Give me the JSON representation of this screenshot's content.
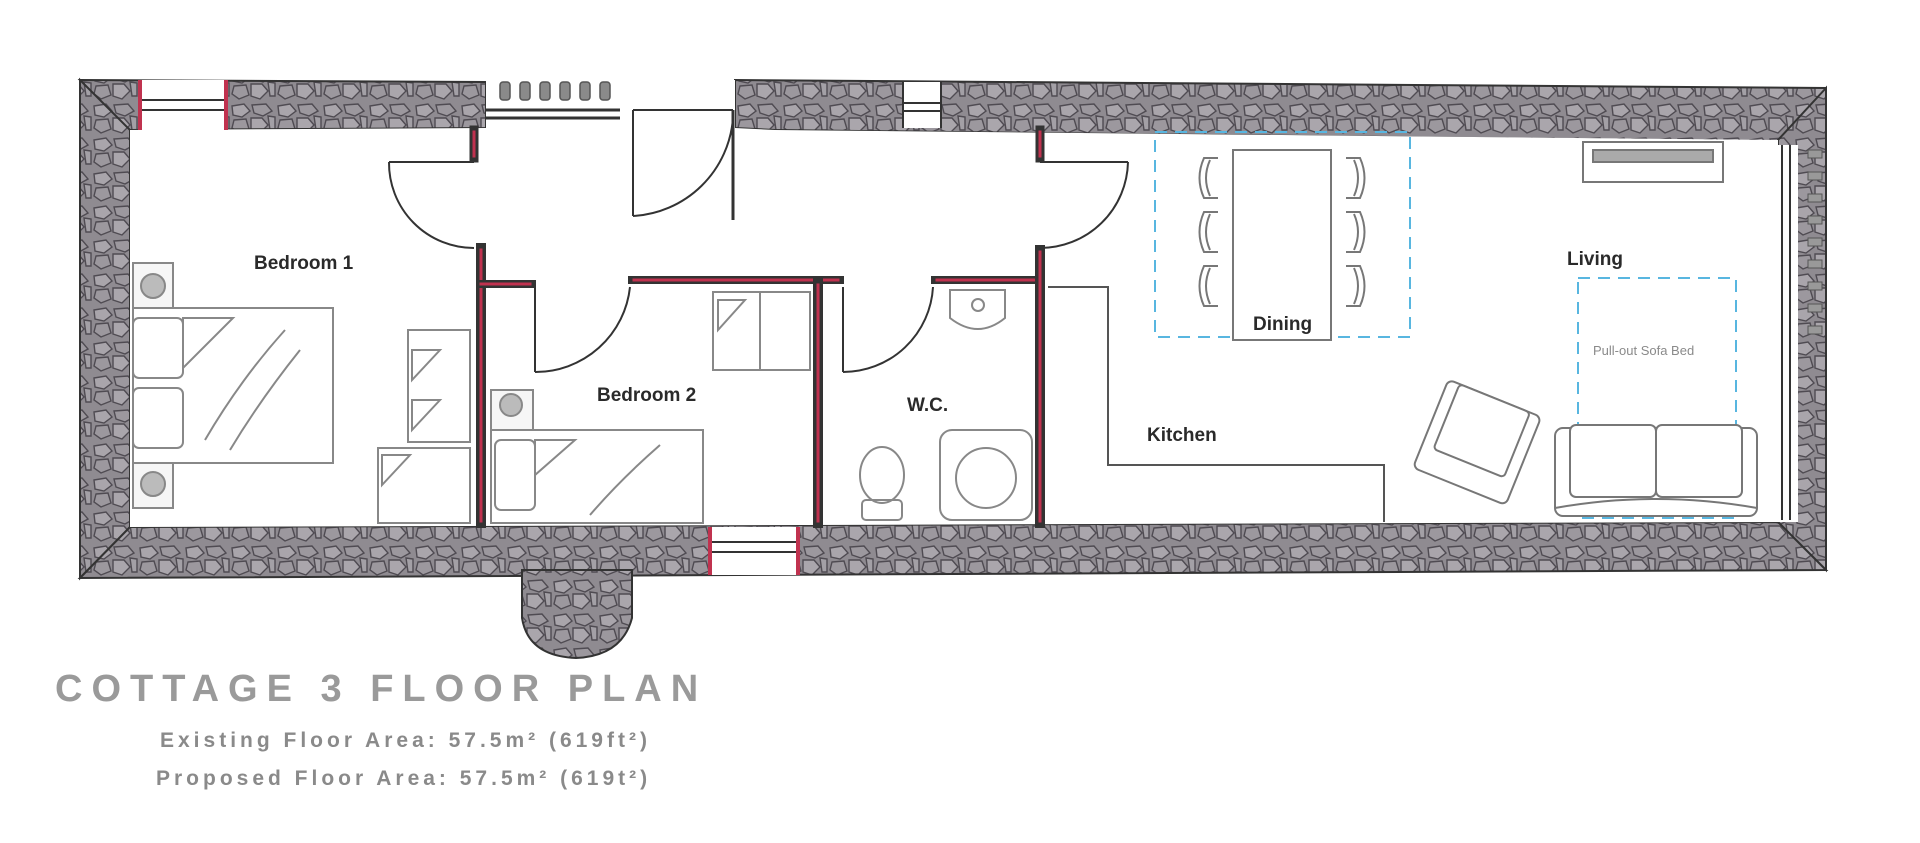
{
  "rooms": {
    "bedroom1": "Bedroom 1",
    "bedroom2": "Bedroom 2",
    "wc": "W.C.",
    "kitchen": "Kitchen",
    "dining": "Dining",
    "living": "Living",
    "sofa_bed": "Pull-out Sofa Bed"
  },
  "title": "COTTAGE 3 FLOOR PLAN",
  "existing_area": "Existing Floor Area: 57.5m² (619ft²)",
  "proposed_area": "Proposed Floor Area: 57.5m² (619t²)",
  "colors": {
    "stone_wall": "#8e8a90",
    "stone_line": "#555158",
    "partition": "#3a3a3a",
    "partition_accent": "#c0324f",
    "furniture": "#888888",
    "zone_dash": "#58b6e0",
    "title_text": "#9a9a9a"
  }
}
